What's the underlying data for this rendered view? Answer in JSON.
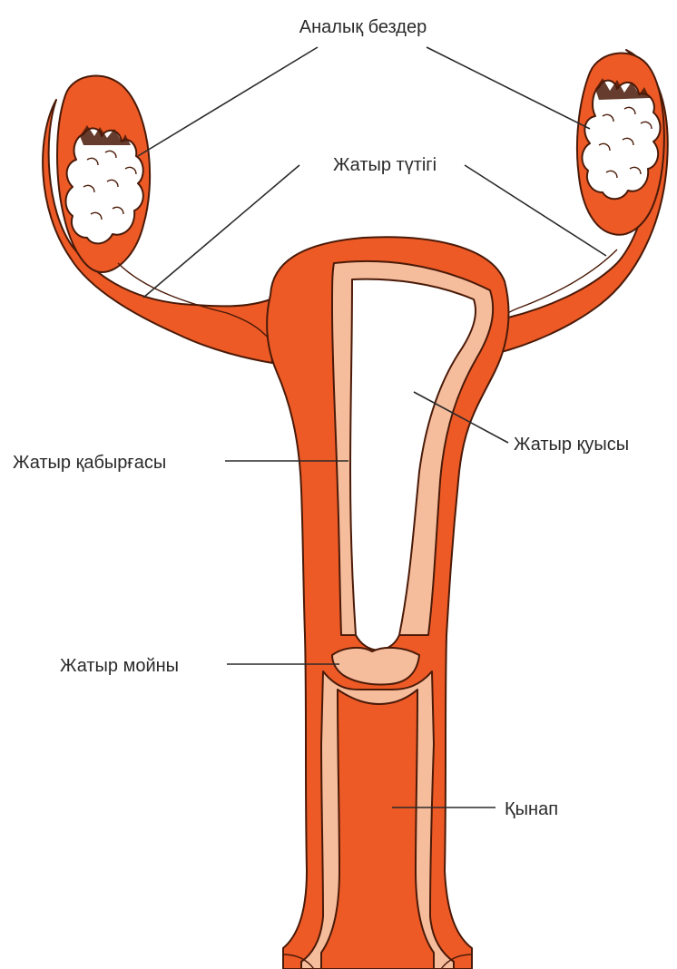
{
  "diagram": {
    "labels": {
      "ovaries": "Аналық бездер",
      "fallopian_tube": "Жатыр түтігі",
      "uterine_cavity": "Жатыр қуысы",
      "uterine_wall": "Жатыр қабырғасы",
      "cervix": "Жатыр мойны",
      "vagina": "Қынап"
    },
    "colors": {
      "tissue": "#ee5a26",
      "lining": "#f6bd9d",
      "cavity": "#ffffff",
      "outline": "#4a1a08",
      "text": "#2a2a2a"
    }
  }
}
